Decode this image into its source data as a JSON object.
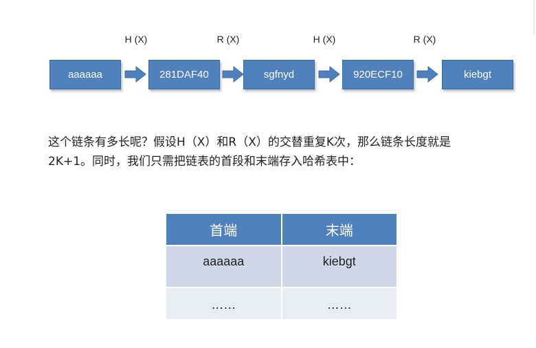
{
  "chain": {
    "nodes": [
      "aaaaaa",
      "281DAF40",
      "sgfnyd",
      "920ECF10",
      "kiebgt"
    ],
    "functions": [
      "H (X)",
      "R (X)",
      "H (X)",
      "R (X)"
    ],
    "colors": {
      "node_fill": "#4f81bd",
      "arrow_fill": "#4f81bd"
    }
  },
  "paragraph": {
    "line1": "这个链条有多长呢？假设H（X）和R（X）的交替重复K次，那么链条长度就是",
    "line2": "2K+1。同时，我们只需把链表的首段和末端存入哈希表中："
  },
  "table": {
    "headers": [
      "首端",
      "末端"
    ],
    "rows": [
      [
        "aaaaaa",
        "kiebgt"
      ],
      [
        "……",
        "……"
      ]
    ],
    "colors": {
      "header": "#4f81bd",
      "row1": "#d0d8e8",
      "row2": "#e9edf4"
    }
  }
}
